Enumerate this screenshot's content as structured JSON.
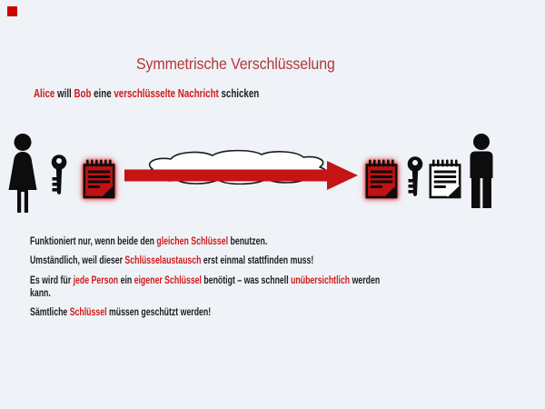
{
  "slide": {
    "title": "Symmetrische Verschlüsselung",
    "marker": "red-square-icon"
  },
  "subtitle": {
    "segments": [
      {
        "t": "Alice",
        "c": "red"
      },
      {
        "t": " will ",
        "c": "black"
      },
      {
        "t": "Bob",
        "c": "red"
      },
      {
        "t": " eine ",
        "c": "black"
      },
      {
        "t": "verschlüsselte Nachricht",
        "c": "red"
      },
      {
        "t": " schicken",
        "c": "black"
      }
    ]
  },
  "statements": [
    {
      "segments": [
        {
          "t": "Funktioniert nur, wenn beide den ",
          "c": "black"
        },
        {
          "t": "gleichen Schlüssel",
          "c": "red"
        },
        {
          "t": " benutzen.",
          "c": "black"
        }
      ]
    },
    {
      "segments": [
        {
          "t": "Umständlich, weil dieser ",
          "c": "black"
        },
        {
          "t": "Schlüsselaustausch",
          "c": "red"
        },
        {
          "t": " erst einmal stattfinden muss!",
          "c": "black"
        }
      ]
    },
    {
      "segments": [
        {
          "t": "Es wird für ",
          "c": "black"
        },
        {
          "t": "jede Person",
          "c": "red"
        },
        {
          "t": " ein ",
          "c": "black"
        },
        {
          "t": "eigener Schlüssel",
          "c": "red"
        },
        {
          "t": " benötigt – was schnell ",
          "c": "black"
        },
        {
          "t": "unübersichtlich",
          "c": "red"
        },
        {
          "t": " werden",
          "c": "black"
        }
      ]
    },
    {
      "segments": [
        {
          "t": "kann.",
          "c": "black"
        }
      ]
    },
    {
      "segments": [
        {
          "t": "Sämtliche ",
          "c": "black"
        },
        {
          "t": "Schlüssel",
          "c": "red"
        },
        {
          "t": " müssen geschützt werden!",
          "c": "black"
        }
      ]
    }
  ],
  "icons": {
    "sender": "female-person-icon",
    "sender_key": "key-icon",
    "encrypted_message": "notepad-encrypted-icon",
    "network": "cloud-icon",
    "transfer": "arrow-right-icon",
    "received_encrypted_message": "notepad-encrypted-icon",
    "receiver_key": "key-icon",
    "decrypted_message": "notepad-plain-icon",
    "receiver": "male-person-icon",
    "slide_marker": "red-square-icon"
  },
  "colors": {
    "background": "#eff2f7",
    "title-red": "#b43638",
    "text-red": "#cf1a1a",
    "text-black": "#1c1c1c",
    "arrow-red": "#c41414",
    "notepad-red": "#c01212",
    "marker-red": "#cc0000",
    "icon-black": "#0d0d0d",
    "paper-white": "#ffffff"
  }
}
